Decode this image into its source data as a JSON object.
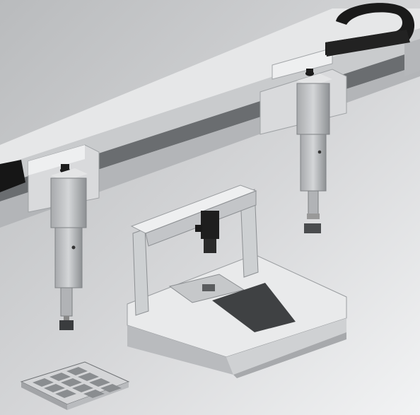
{
  "image": {
    "colors": {
      "background_light": "#eeeff0",
      "background_dark": "#b9bbbd",
      "frame_edge": "#d77fa6",
      "metal_light": "#e9eaeb",
      "metal_mid": "#bcbec0",
      "metal_dark": "#7e8184",
      "black": "#141414",
      "rail_dark": "#4e5052"
    },
    "objects": [
      {
        "name": "linear-gantry-rail"
      },
      {
        "name": "cable-drag-chain"
      },
      {
        "name": "left-pick-and-place-head"
      },
      {
        "name": "right-pick-and-place-head"
      },
      {
        "name": "camera-inspection-bridge"
      },
      {
        "name": "component-tray"
      }
    ]
  }
}
